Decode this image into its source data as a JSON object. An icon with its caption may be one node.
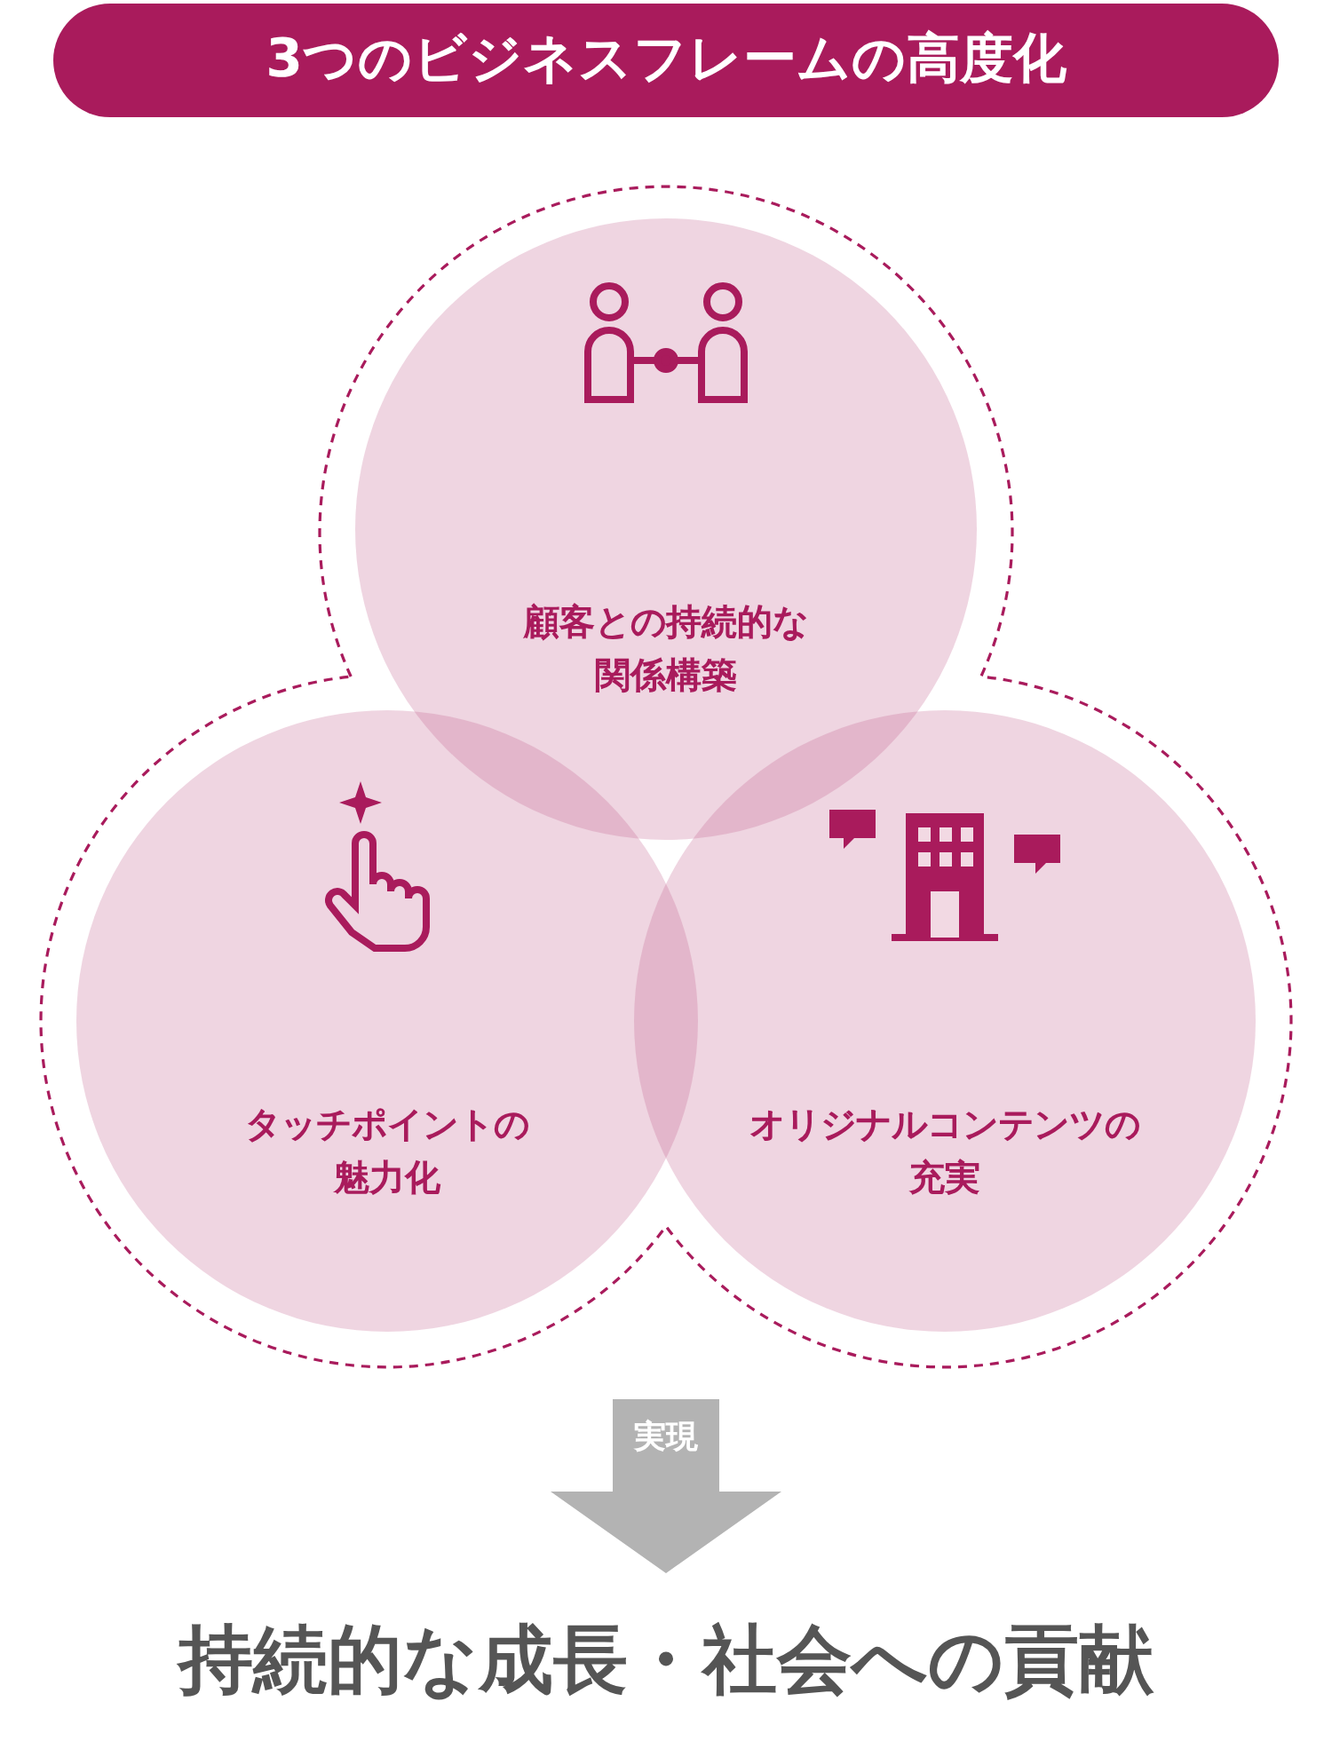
{
  "diagram": {
    "title": "3つのビジネスフレームの高度化",
    "nodes": [
      {
        "text": [],
        "shape": "cloud"
      },
      {
        "text": [
          "顧客との持続的な関係構築"
        ],
        "in": 0
      },
      {
        "text": [
          "タッチポイントの魅力化"
        ],
        "in": 0
      },
      {
        "text": [
          "オリジナルコンテンツの充実"
        ],
        "in": 0
      },
      {
        "text": [
          "持続的な成長・社会への貢献"
        ]
      }
    ],
    "edges": [
      {
        "from": 0,
        "to": 4,
        "arrow": "to",
        "label": "実現"
      }
    ]
  }
}
